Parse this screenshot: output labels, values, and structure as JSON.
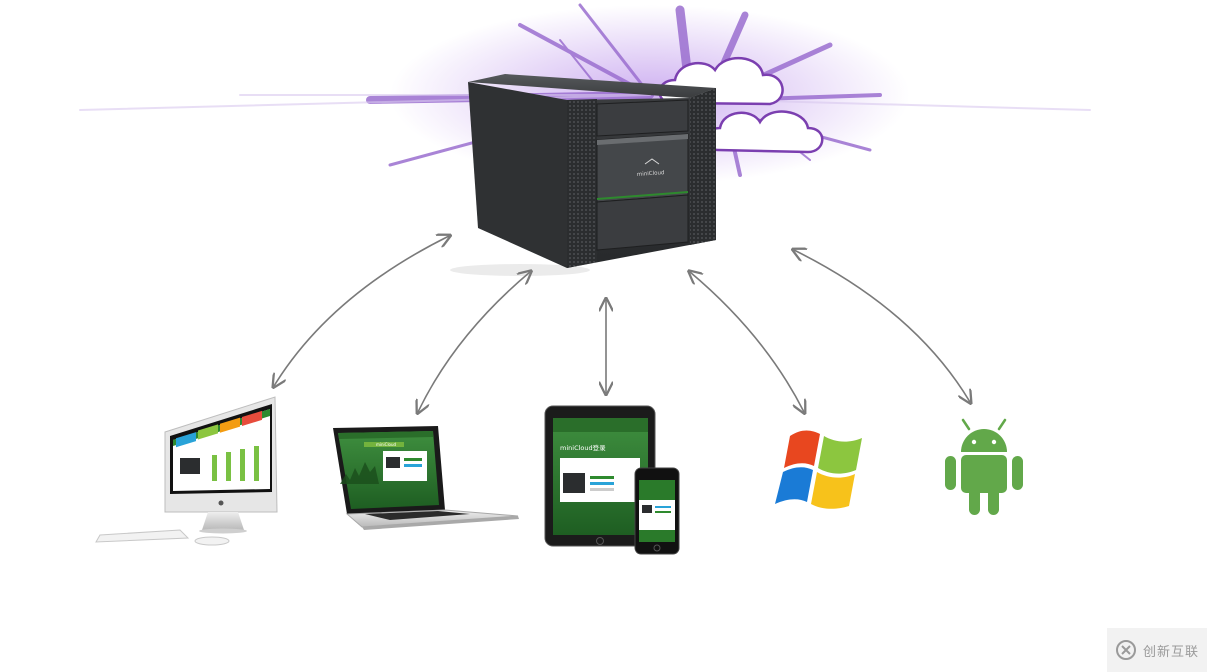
{
  "server": {
    "brand_label": "miniCloud"
  },
  "tablet": {
    "screen_title": "miniCloud登录"
  },
  "laptop": {
    "screen_title": "miniCloud"
  },
  "watermark": {
    "text": "创新互联"
  },
  "colors": {
    "background": "#ffffff",
    "server_body": "#3a3c3e",
    "accent_green": "#2e8a2e",
    "android_green": "#62a84a",
    "burst_purple": "#9b6fd0",
    "cloud_outline": "#7b3fb0",
    "arrow_gray": "#7a7a7a",
    "win_red": "#e8471f",
    "win_green": "#8cc63f",
    "win_blue": "#1a7bd6",
    "win_yellow": "#f7c21b"
  },
  "clients": [
    {
      "id": "imac",
      "icon": "imac-desktop-icon"
    },
    {
      "id": "laptop",
      "icon": "macbook-laptop-icon"
    },
    {
      "id": "tablet",
      "icon": "ipad-iphone-icon"
    },
    {
      "id": "windows",
      "icon": "windows-logo-icon"
    },
    {
      "id": "android",
      "icon": "android-logo-icon"
    }
  ]
}
